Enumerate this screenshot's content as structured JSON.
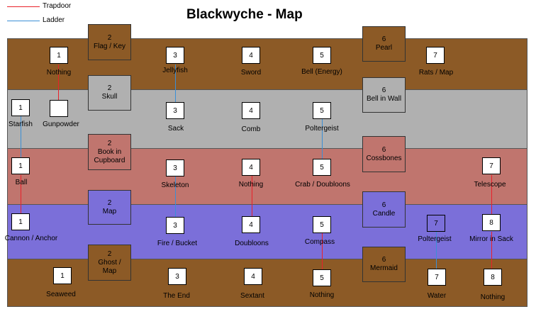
{
  "title": "Blackwyche - Map",
  "legend": {
    "trapdoor": {
      "label": "Trapdoor",
      "color": "#e8212a"
    },
    "ladder": {
      "label": "Ladder",
      "color": "#3b8fd6"
    }
  },
  "floor_colors": {
    "brown": "#8c5a26",
    "grey": "#b0b0b0",
    "pink": "#c0756e",
    "purple": "#7b6fd9"
  },
  "rows": {
    "row1": [
      {
        "num": "1",
        "label": "Nothing"
      },
      {
        "num": "3",
        "label": "Jellyfish"
      },
      {
        "num": "4",
        "label": "Sword"
      },
      {
        "num": "5",
        "label": "Bell (Energy)"
      },
      {
        "num": "7",
        "label": "Rats / Map"
      }
    ],
    "row2": [
      {
        "num": "1",
        "label": "Starfish"
      },
      {
        "num": "",
        "label": "Gunpowder"
      },
      {
        "num": "3",
        "label": "Sack"
      },
      {
        "num": "4",
        "label": "Comb"
      },
      {
        "num": "5",
        "label": "Poltergeist"
      }
    ],
    "row3": [
      {
        "num": "1",
        "label": "Ball"
      },
      {
        "num": "3",
        "label": "Skeleton"
      },
      {
        "num": "4",
        "label": "Nothing"
      },
      {
        "num": "5",
        "label": "Crab / Doubloons"
      },
      {
        "num": "7",
        "label": "Telescope"
      }
    ],
    "row4": [
      {
        "num": "1",
        "label": "Cannon / Anchor"
      },
      {
        "num": "3",
        "label": "Fire / Bucket"
      },
      {
        "num": "4",
        "label": "Doubloons"
      },
      {
        "num": "5",
        "label": "Compass"
      },
      {
        "num": "7",
        "label": "Poltergeist"
      },
      {
        "num": "8",
        "label": "Mirror in Sack"
      }
    ],
    "row5": [
      {
        "num": "1",
        "label": "Seaweed"
      },
      {
        "num": "3",
        "label": "The End"
      },
      {
        "num": "4",
        "label": "Sextant"
      },
      {
        "num": "5",
        "label": "Nothing"
      },
      {
        "num": "7",
        "label": "Water"
      },
      {
        "num": "8",
        "label": "Nothing"
      }
    ]
  },
  "boxes2": [
    {
      "num": "2",
      "label": "Flag / Key"
    },
    {
      "num": "2",
      "label": "Skull"
    },
    {
      "num": "2",
      "label": "Book in Cupboard"
    },
    {
      "num": "2",
      "label": "Map"
    },
    {
      "num": "2",
      "label": "Ghost / Map"
    }
  ],
  "boxes6": [
    {
      "num": "6",
      "label": "Pearl"
    },
    {
      "num": "6",
      "label": "Bell in Wall"
    },
    {
      "num": "6",
      "label": "Cossbones"
    },
    {
      "num": "6",
      "label": "Candle"
    },
    {
      "num": "6",
      "label": "Mermaid"
    }
  ]
}
